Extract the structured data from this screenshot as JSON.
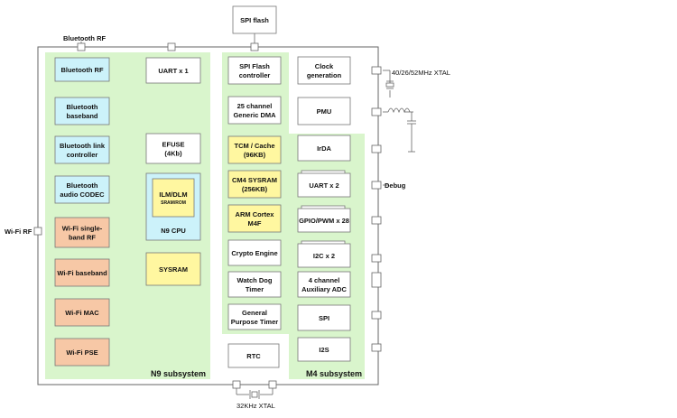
{
  "colors": {
    "subsystem_bg": "#d9f5cc",
    "bluetooth_block": "#ccf2fa",
    "wifi_block": "#f7c8a6",
    "memory_block": "#fff7a0",
    "generic_block": "#ffffff",
    "border": "#777777"
  },
  "external": {
    "spi_flash": "SPI flash",
    "bluetooth_rf": "Bluetooth RF",
    "wifi_rf": "Wi-Fi RF",
    "xtal_main": "40/26/52MHz XTAL",
    "xtal_32k": "32KHz XTAL",
    "debug": "Debug"
  },
  "n9": {
    "title": "N9 subsystem",
    "bt_rf": [
      "Bluetooth RF"
    ],
    "bt_baseband": [
      "Bluetooth",
      "baseband"
    ],
    "bt_link": [
      "Bluetooth link",
      "controller"
    ],
    "bt_codec": [
      "Bluetooth",
      "audio CODEC"
    ],
    "wifi_rf": [
      "Wi-Fi single-",
      "band RF"
    ],
    "wifi_baseband": [
      "Wi-Fi baseband"
    ],
    "wifi_mac": [
      "Wi-Fi MAC"
    ],
    "wifi_pse": [
      "Wi-Fi PSE"
    ],
    "uart": [
      "UART x 1"
    ],
    "efuse": [
      "EFUSE",
      "(4Kb)"
    ],
    "cpu": "N9 CPU",
    "ilm": "ILM/DLM",
    "ilm_sub": "SRAM/ROM",
    "sysram": [
      "SYSRAM"
    ]
  },
  "m4": {
    "title": "M4 subsystem",
    "spi_flash_ctrl": [
      "SPI Flash",
      "controller"
    ],
    "dma": [
      "25 channel",
      "Generic DMA"
    ],
    "tcm": [
      "TCM / Cache",
      "(96KB)"
    ],
    "cm4_sysram": [
      "CM4 SYSRAM",
      "(256KB)"
    ],
    "arm": [
      "ARM Cortex",
      "M4F"
    ],
    "crypto": [
      "Crypto Engine"
    ],
    "watchdog": [
      "Watch Dog",
      "Timer"
    ],
    "gpt": [
      "General",
      "Purpose Timer"
    ],
    "clock": [
      "Clock",
      "generation"
    ],
    "pmu": [
      "PMU"
    ],
    "irda": [
      "IrDA"
    ],
    "uart2": [
      "UART x 2"
    ],
    "gpio": [
      "GPIO/PWM x 28"
    ],
    "i2c": [
      "I2C x 2"
    ],
    "adc": [
      "4 channel",
      "Auxiliary ADC"
    ],
    "spi": [
      "SPI"
    ],
    "i2s": [
      "I2S"
    ]
  },
  "rtc": [
    "RTC"
  ]
}
